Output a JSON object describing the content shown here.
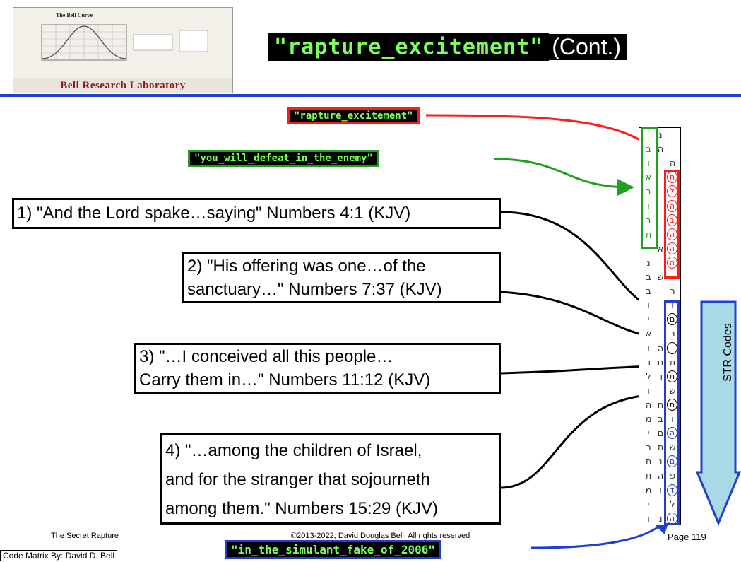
{
  "header": {
    "title_code": "\"rapture_excitement\"",
    "title_cont": "(Cont.)",
    "logo_label": "Bell Research Laboratory",
    "logo_chart_title": "The Bell Curve"
  },
  "tags": {
    "red": "\"rapture_excitement\"",
    "green": "\"you_will_defeat_in_the_enemy\"",
    "blue": "\"in_the_simulant_fake_of_2006\""
  },
  "boxes": {
    "b1": "1) \"And the Lord spake…saying\" Numbers 4:1 (KJV)",
    "b2_l1": "2) \"His offering was one…of the",
    "b2_l2": "sanctuary…\" Numbers 7:37 (KJV)",
    "b3_l1": "3) \"…I conceived all this people…",
    "b3_l2": "Carry them in…\" Numbers 11:12 (KJV)",
    "b4_l1": "4) \"…among the children of Israel,",
    "b4_l2": "and for the stranger that sojourneth",
    "b4_l3": "among them.\" Numbers 15:29 (KJV)"
  },
  "str_label": "STR Codes",
  "footer": {
    "left": "The Secret Rapture",
    "mid": "©2013-2022; David Douglas Bell, All rights reserved",
    "page": "Page 119",
    "credit": "Code Matrix By: David D. Bell"
  },
  "colors": {
    "red": "#ff1a1a",
    "green": "#1fa11f",
    "blue": "#1f3fcf",
    "code_text": "#7dff5a",
    "arrow_fill": "#a9d8e6"
  },
  "grid": {
    "col1": [
      "",
      "ב",
      "ו",
      "א",
      "ב",
      "ו",
      "ב",
      "ת",
      "",
      "נ",
      "ב",
      "ב",
      "ו",
      "י",
      "א",
      "ו",
      "ד",
      "ל",
      "ו",
      "ה",
      "מ",
      "י",
      "ר",
      "ת",
      "ת",
      "מ",
      "י",
      "ו"
    ],
    "col2": [
      "נ",
      "ה",
      "",
      "",
      "",
      "",
      "",
      "",
      "א",
      "",
      "ש",
      "",
      "",
      "",
      "",
      "ה",
      "ם",
      "ד",
      "",
      "ח",
      "ב",
      "ם",
      "ת",
      "נ",
      "ה",
      "ו",
      "",
      "נ"
    ],
    "col3": [
      "",
      "",
      "ה",
      "ת",
      "ל",
      "ה",
      "ב",
      "ה",
      "ה",
      "ה",
      "",
      "ר",
      "ו",
      "ם",
      "ר",
      "ו",
      "ת",
      "ת",
      "ש",
      "ת",
      "ו",
      "ה",
      "ש",
      "ם",
      "פ",
      "ד",
      "ל",
      "ה"
    ],
    "red_circles": [
      3,
      4,
      5,
      6,
      7,
      8,
      9
    ],
    "black_circles": [
      13,
      15,
      17,
      19
    ],
    "blue_circles": [
      21,
      23,
      25,
      27
    ]
  }
}
